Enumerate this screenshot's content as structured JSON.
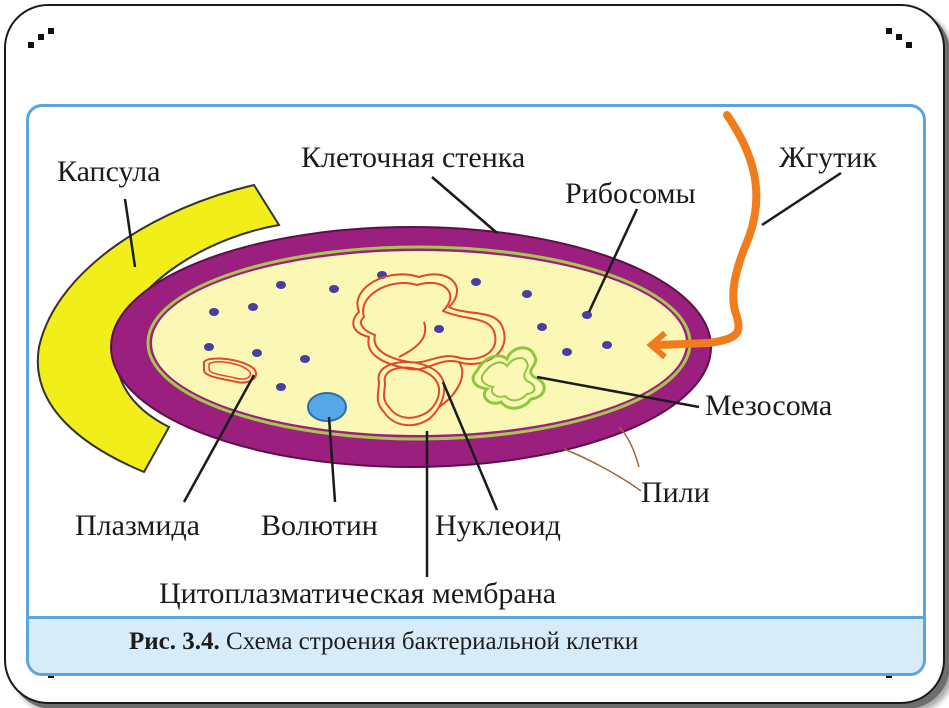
{
  "labels": {
    "capsule": "Капсула",
    "cell_wall": "Клеточная стенка",
    "flagellum": "Жгутик",
    "ribosomes": "Рибосомы",
    "mesosome": "Мезосома",
    "pili": "Пили",
    "plasmid": "Плазмида",
    "volutin": "Волютин",
    "nucleoid": "Нуклеоид",
    "cytoplasmic_membrane": "Цитоплазматическая мембрана"
  },
  "caption": {
    "number": "Рис. 3.4.",
    "text": " Схема строения бактериальной клетки"
  },
  "colors": {
    "capsule": "#f2ee1a",
    "cell_wall": "#9b1f7f",
    "cytoplasm": "#fbf8b6",
    "membrane": "#a6c94a",
    "nucleoid": "#e2472b",
    "ribosome": "#4a3ea0",
    "volutin": "#55a7e6",
    "flagellum": "#f07c1c",
    "pili": "#a0672a",
    "frame": "#5aa5dc",
    "caption_bg": "#d7ecf8"
  }
}
